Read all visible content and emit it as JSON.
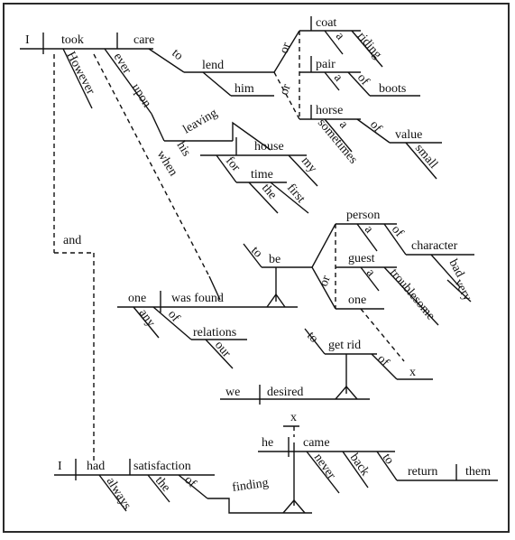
{
  "sentence_diagram": {
    "main": {
      "subject": "I",
      "verb": "took",
      "object": "care",
      "adverbs": [
        "However",
        "ever",
        "upon"
      ]
    },
    "infinitive": {
      "to": "to",
      "verb": "lend",
      "indirect_object": "him",
      "conj1": "or",
      "conj2": "or"
    },
    "obj_coat": {
      "noun": "coat",
      "article": "a",
      "mod": "riding"
    },
    "obj_pair": {
      "noun": "pair",
      "article": "a",
      "prep": "of",
      "pobj": "boots"
    },
    "obj_horse": {
      "noun": "horse",
      "article": "a",
      "prep": "of",
      "pobj": "value",
      "mod1": "sometimes",
      "mod2": "small"
    },
    "clause_when": {
      "when": "when",
      "his": "his",
      "gerund": "leaving",
      "object": "house",
      "poss": "my",
      "prep": "for",
      "pobj": "time",
      "art": "the",
      "adj": "first"
    },
    "conjunction": "and",
    "clause_found": {
      "subject": "one",
      "verb": "was found",
      "mod": "any",
      "prep": "of",
      "pobj": "relations",
      "poss": "our"
    },
    "inf_be": {
      "to": "to",
      "verb": "be",
      "conj": "or",
      "pn1": "person",
      "pn1_art": "a",
      "pn1_prep": "of",
      "pn1_pobj": "character",
      "pn1_adj": "bad",
      "pn1_adv": "very",
      "pn2": "guest",
      "pn2_art": "a",
      "pn2_adj": "troublesome",
      "pn3": "one"
    },
    "clause_desired": {
      "subject": "we",
      "verb": "desired",
      "to": "to",
      "object": "get rid",
      "prep": "of",
      "pobj": "x"
    },
    "clause_satisfaction": {
      "subject": "I",
      "verb": "had",
      "object": "satisfaction",
      "adverb": "always",
      "art": "the",
      "prep": "of",
      "gerund": "finding"
    },
    "clause_came": {
      "x": "x",
      "subject": "he",
      "verb": "came",
      "adv1": "never",
      "adv2": "back",
      "to": "to",
      "inf": "return",
      "object": "them"
    }
  }
}
